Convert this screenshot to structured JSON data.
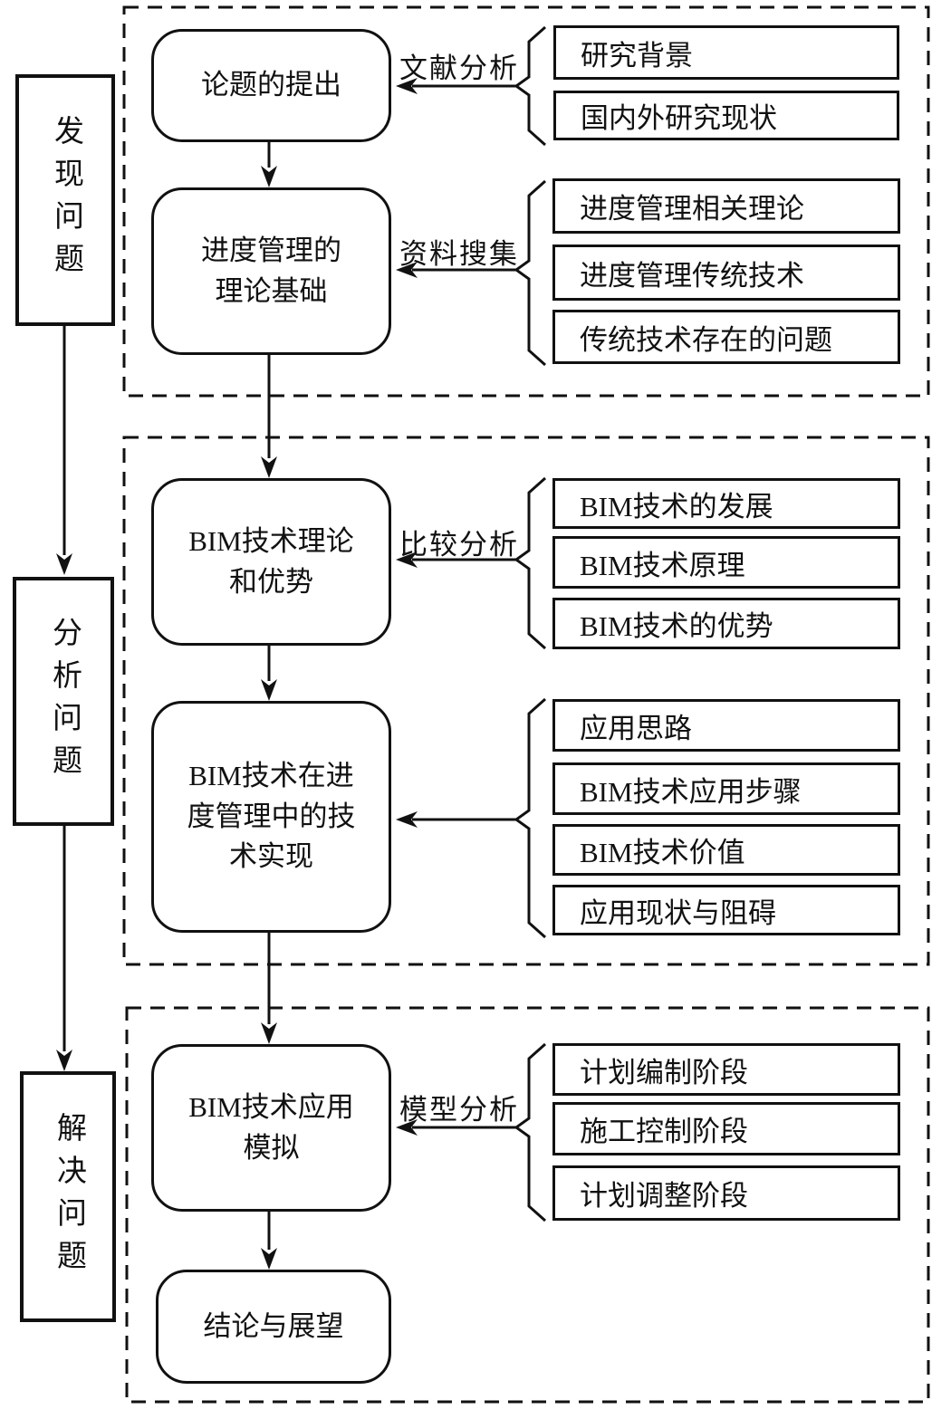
{
  "stages": [
    {
      "label": "发现问题"
    },
    {
      "label": "分析问题"
    },
    {
      "label": "解决问题"
    }
  ],
  "sections": [
    {
      "groups": [
        {
          "node": "论题的提出",
          "arrow_label": "文献分析",
          "items": [
            {
              "label": "研究背景"
            },
            {
              "label": "国内外研究现状"
            }
          ]
        },
        {
          "node": "进度管理的\n理论基础",
          "arrow_label": "资料搜集",
          "items": [
            {
              "label": "进度管理相关理论"
            },
            {
              "label": "进度管理传统技术"
            },
            {
              "label": "传统技术存在的问题"
            }
          ]
        }
      ]
    },
    {
      "groups": [
        {
          "node": "BIM技术理论\n和优势",
          "arrow_label": "比较分析",
          "items": [
            {
              "label": "BIM技术的发展"
            },
            {
              "label": "BIM技术原理"
            },
            {
              "label": "BIM技术的优势"
            }
          ]
        },
        {
          "node": "BIM技术在进\n度管理中的技\n术实现",
          "arrow_label": "",
          "items": [
            {
              "label": "应用思路"
            },
            {
              "label": "BIM技术应用步骤"
            },
            {
              "label": "BIM技术价值"
            },
            {
              "label": "应用现状与阻碍"
            }
          ]
        }
      ]
    },
    {
      "groups": [
        {
          "node": "BIM技术应用\n模拟",
          "arrow_label": "模型分析",
          "items": [
            {
              "label": "计划编制阶段"
            },
            {
              "label": "施工控制阶段"
            },
            {
              "label": "计划调整阶段"
            }
          ]
        },
        {
          "node": "结论与展望",
          "arrow_label": "",
          "items": []
        }
      ]
    }
  ],
  "colors": {
    "line": "#111111",
    "background": "#ffffff"
  }
}
